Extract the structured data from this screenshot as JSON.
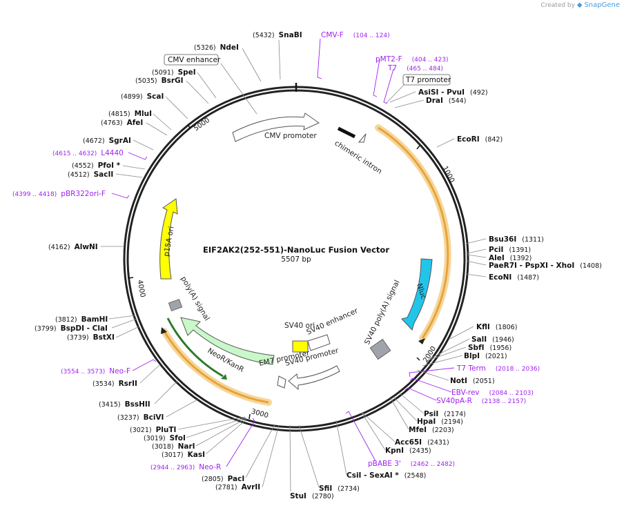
{
  "watermark": {
    "prefix": "Created by",
    "brand": "SnapGene"
  },
  "plasmid": {
    "name": "EIF2AK2(252-551)-NanoLuc Fusion Vector",
    "length": "5507 bp",
    "length_bp": 5507
  },
  "ticks": [
    {
      "label": "1000",
      "bp": 1000
    },
    {
      "label": "2000",
      "bp": 2000
    },
    {
      "label": "3000",
      "bp": 3000
    },
    {
      "label": "4000",
      "bp": 4000
    },
    {
      "label": "5000",
      "bp": 5000
    }
  ],
  "enzymes": [
    {
      "name": "SnaBI",
      "pos": "(5432)"
    },
    {
      "name": "NdeI",
      "pos": "(5326)"
    },
    {
      "name": "SpeI",
      "pos": "(5091)"
    },
    {
      "name": "BsrGI",
      "pos": "(5035)"
    },
    {
      "name": "ScaI",
      "pos": "(4899)"
    },
    {
      "name": "MluI",
      "pos": "(4815)"
    },
    {
      "name": "AfeI",
      "pos": "(4763)"
    },
    {
      "name": "SgrAI",
      "pos": "(4672)"
    },
    {
      "name": "PfoI *",
      "pos": "(4552)"
    },
    {
      "name": "SacII",
      "pos": "(4512)"
    },
    {
      "name": "AlwNI",
      "pos": "(4162)"
    },
    {
      "name": "BamHI",
      "pos": "(3812)"
    },
    {
      "name": "BspDI - ClaI",
      "pos": "(3799)"
    },
    {
      "name": "BstXI",
      "pos": "(3739)"
    },
    {
      "name": "RsrII",
      "pos": "(3534)"
    },
    {
      "name": "BssHII",
      "pos": "(3415)"
    },
    {
      "name": "BciVI",
      "pos": "(3237)"
    },
    {
      "name": "PluTI",
      "pos": "(3021)"
    },
    {
      "name": "SfoI",
      "pos": "(3019)"
    },
    {
      "name": "NarI",
      "pos": "(3018)"
    },
    {
      "name": "KasI",
      "pos": "(3017)"
    },
    {
      "name": "PacI",
      "pos": "(2805)"
    },
    {
      "name": "AvrII",
      "pos": "(2781)"
    },
    {
      "name": "StuI",
      "pos": "(2780)"
    },
    {
      "name": "SfiI",
      "pos": "(2734)"
    },
    {
      "name": "CsiI - SexAI *",
      "pos": "(2548)"
    },
    {
      "name": "KpnI",
      "pos": "(2435)"
    },
    {
      "name": "Acc65I",
      "pos": "(2431)"
    },
    {
      "name": "MfeI",
      "pos": "(2203)"
    },
    {
      "name": "HpaI",
      "pos": "(2194)"
    },
    {
      "name": "PsiI",
      "pos": "(2174)"
    },
    {
      "name": "NotI",
      "pos": "(2051)"
    },
    {
      "name": "BlpI",
      "pos": "(2021)"
    },
    {
      "name": "SbfI",
      "pos": "(1956)"
    },
    {
      "name": "SalI",
      "pos": "(1946)"
    },
    {
      "name": "KflI",
      "pos": "(1806)"
    },
    {
      "name": "EcoNI",
      "pos": "(1487)"
    },
    {
      "name": "PaeR7I - PspXI - XhoI",
      "pos": "(1408)"
    },
    {
      "name": "AleI",
      "pos": "(1392)"
    },
    {
      "name": "PciI",
      "pos": "(1391)"
    },
    {
      "name": "Bsu36I",
      "pos": "(1311)"
    },
    {
      "name": "EcoRI",
      "pos": "(842)"
    },
    {
      "name": "DraI",
      "pos": "(544)"
    },
    {
      "name": "AsiSI - PvuI",
      "pos": "(492)"
    }
  ],
  "primers": [
    {
      "name": "CMV-F",
      "pos": "(104 .. 124)"
    },
    {
      "name": "pMT2-F",
      "pos": "(404 .. 423)"
    },
    {
      "name": "T7",
      "pos": "(465 .. 484)"
    },
    {
      "name": "L4440",
      "pos": "(4615 .. 4632)"
    },
    {
      "name": "pBR322ori-F",
      "pos": "(4399 .. 4418)"
    },
    {
      "name": "Neo-F",
      "pos": "(3554 .. 3573)"
    },
    {
      "name": "Neo-R",
      "pos": "(2944 .. 2963)"
    },
    {
      "name": "pBABE 3'",
      "pos": "(2462 .. 2482)"
    },
    {
      "name": "T7 Term",
      "pos": "(2018 .. 2036)"
    },
    {
      "name": "EBV-rev",
      "pos": "(2084 .. 2103)"
    },
    {
      "name": "SV40pA-R",
      "pos": "(2138 .. 2157)"
    }
  ],
  "boxed_features": [
    {
      "name": "CMV enhancer"
    },
    {
      "name": "T7 promoter"
    }
  ],
  "features": [
    {
      "name": "CMV promoter"
    },
    {
      "name": "chimeric intron"
    },
    {
      "name": "Nluc"
    },
    {
      "name": "SV40 poly(A) signal"
    },
    {
      "name": "SV40 ori"
    },
    {
      "name": "SV40 enhancer"
    },
    {
      "name": "SV40 promoter"
    },
    {
      "name": "EM7 promoter"
    },
    {
      "name": "NeoR/KanR"
    },
    {
      "name": "poly(A) signal"
    },
    {
      "name": "p15A ori"
    }
  ],
  "colors": {
    "primer": "#a020f0",
    "orf_orange": "#e8a33a",
    "nluc": "#22c4ea",
    "neo": "#c9f7c9",
    "p15a": "#ffff00",
    "sv40ori": "#ffff00",
    "gray_feature": "#a0a4aa"
  }
}
